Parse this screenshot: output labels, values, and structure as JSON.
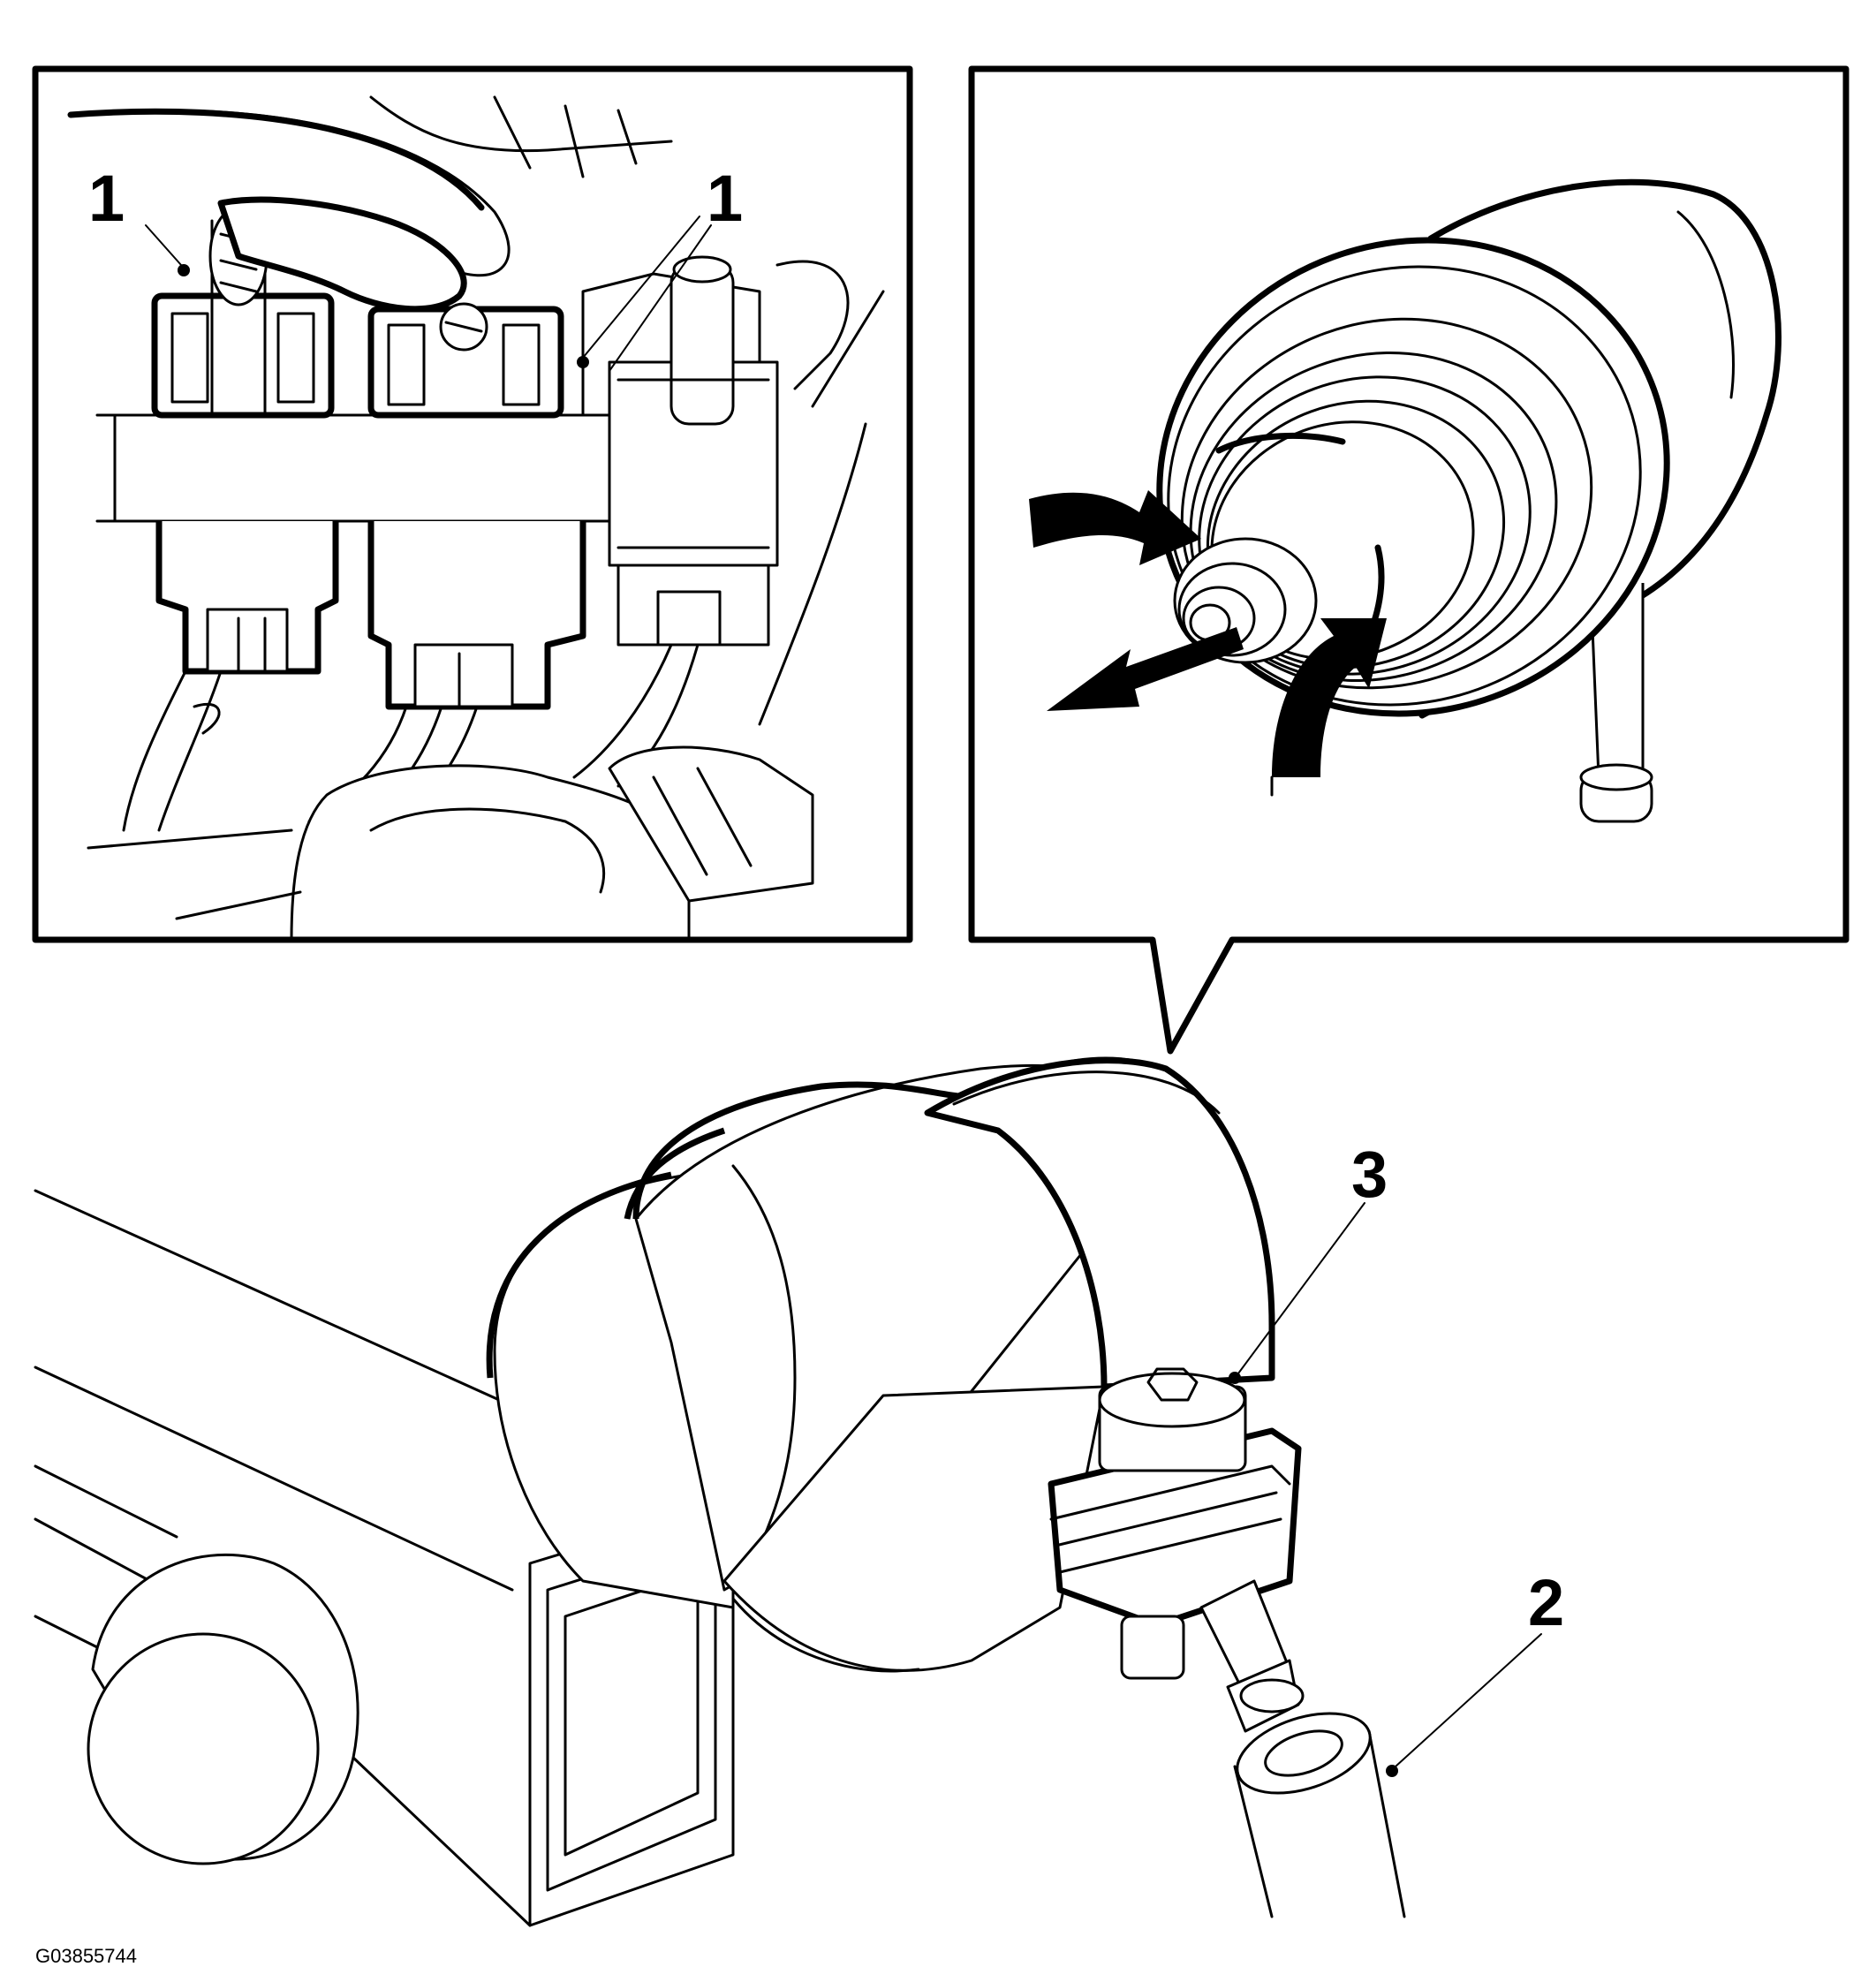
{
  "callouts": {
    "connector_left": "1",
    "connector_right": "1",
    "hose": "2",
    "clamp": "3"
  },
  "figure_id": "G03855744",
  "colors": {
    "ink": "#000000",
    "paper": "#ffffff"
  }
}
